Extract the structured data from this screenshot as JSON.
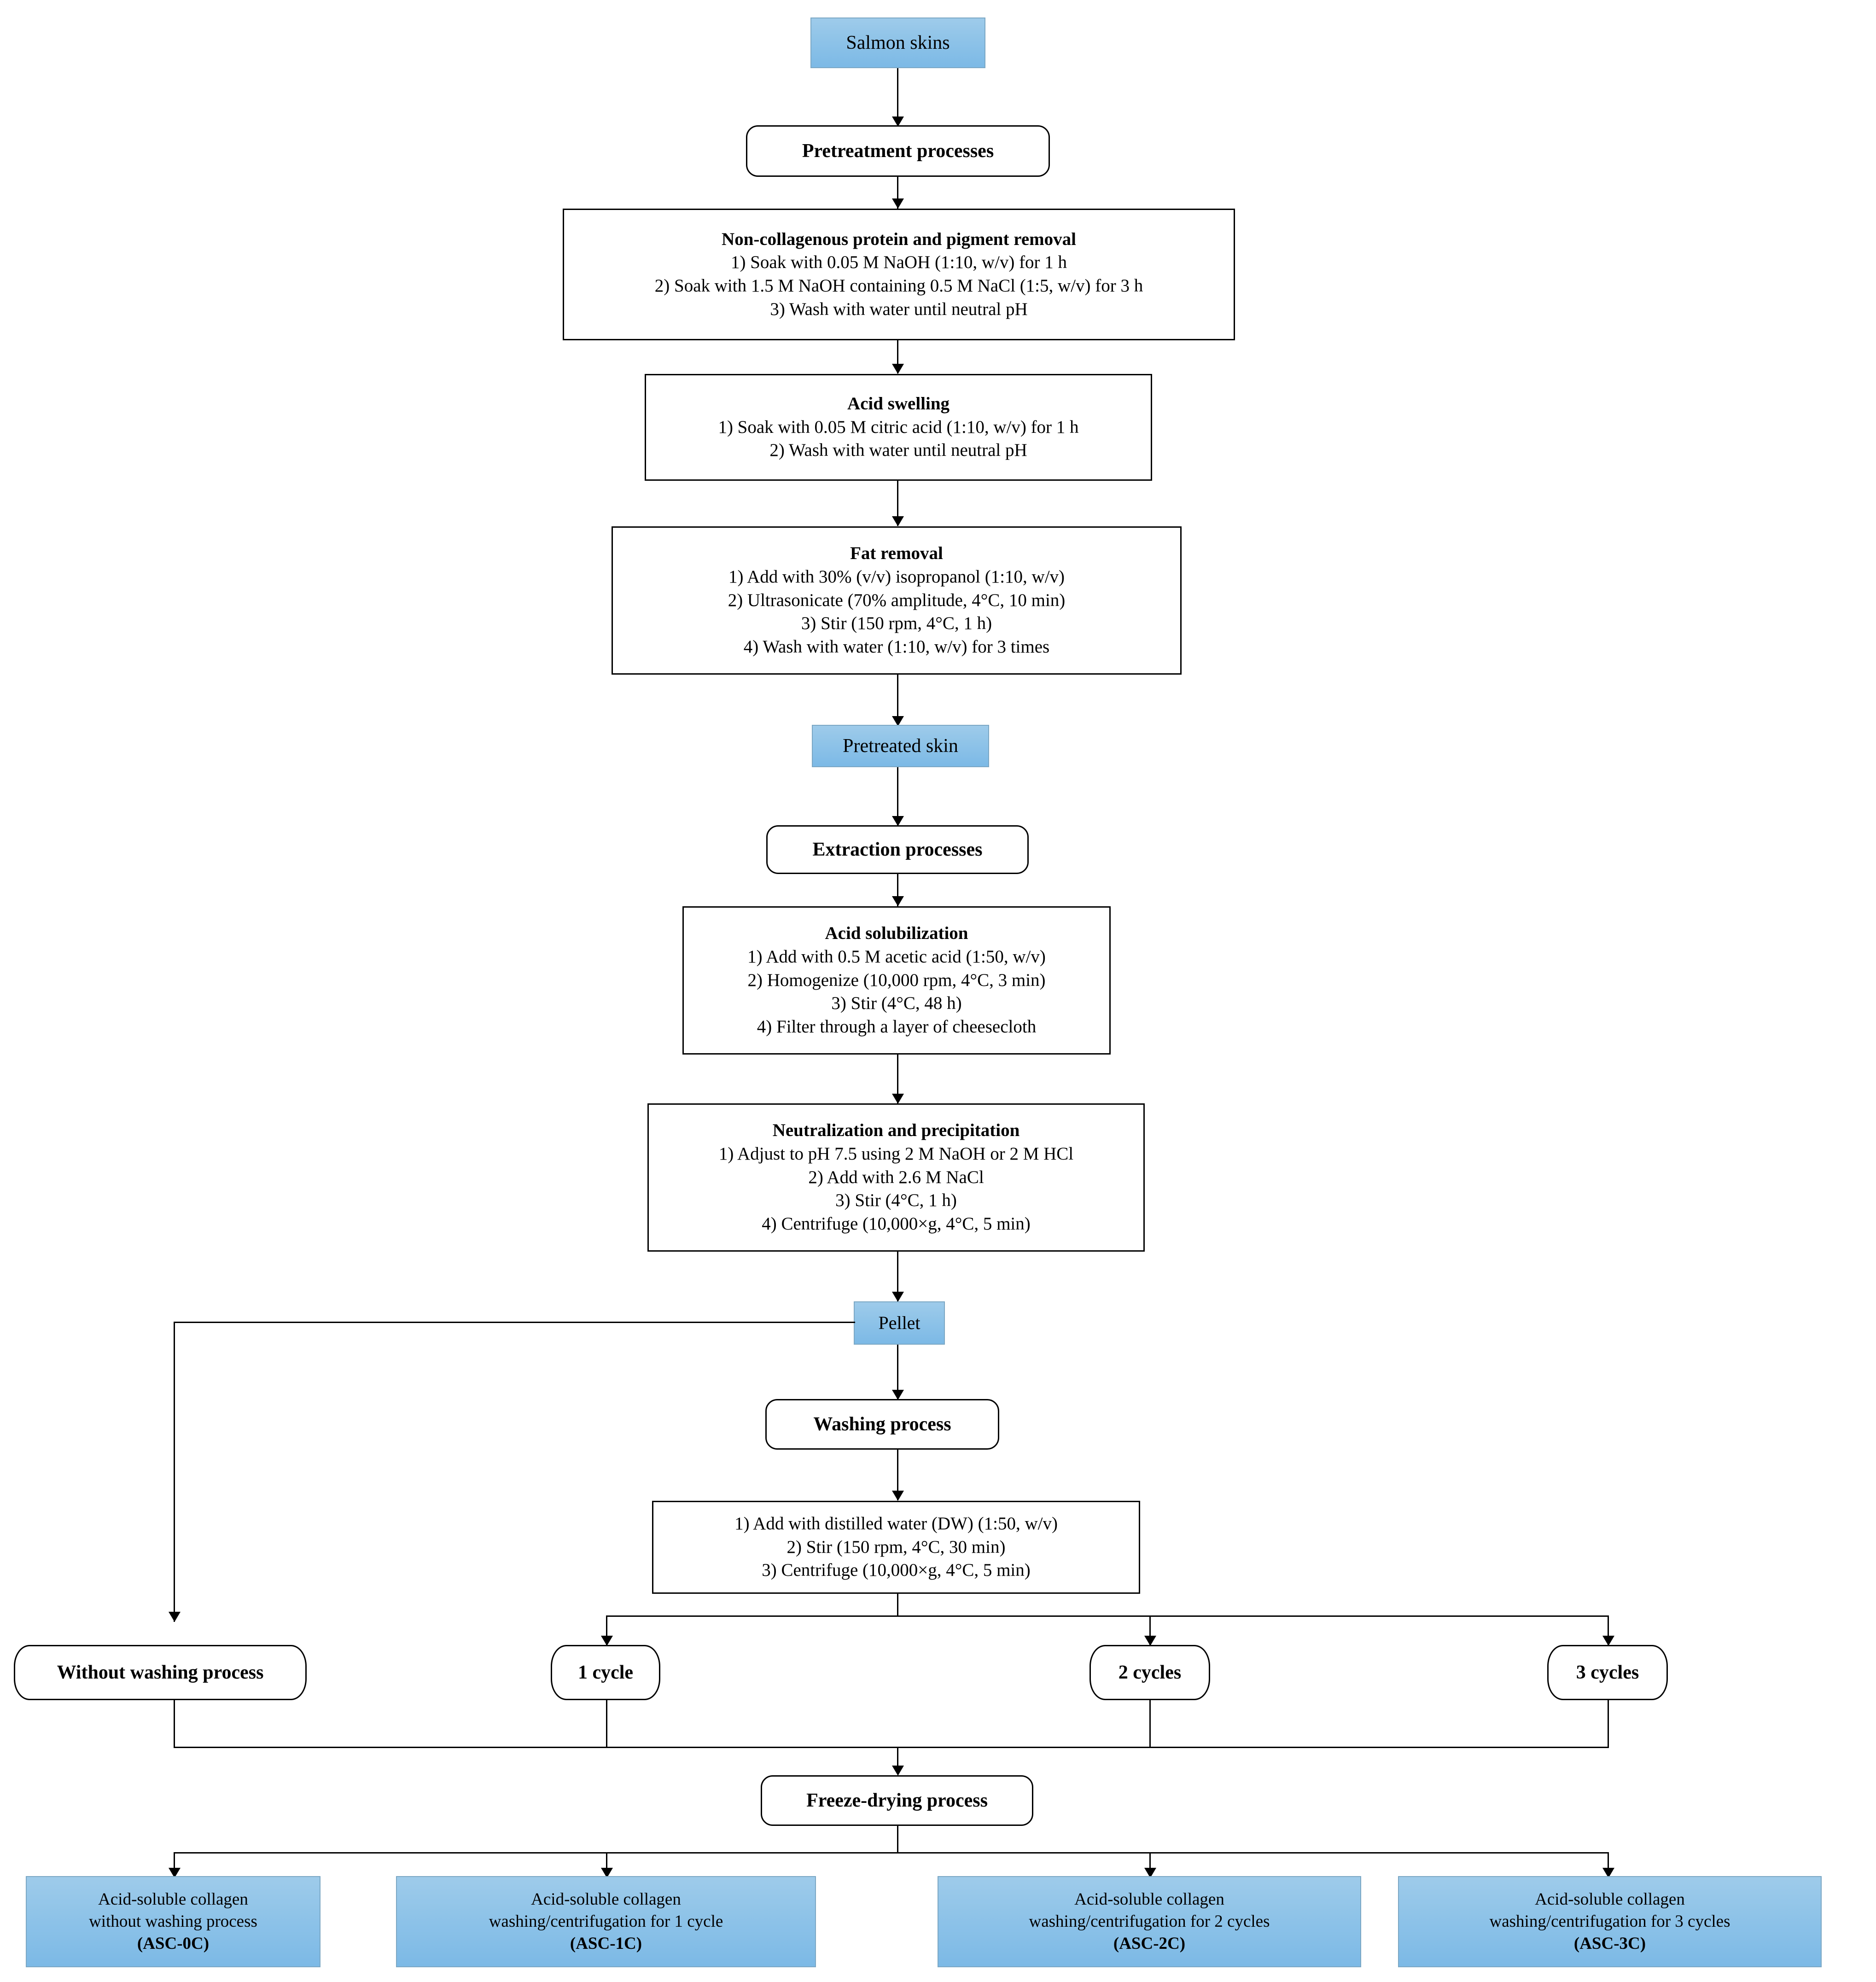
{
  "diagram": {
    "title": "Acid-soluble collagen extraction from salmon skins",
    "accent_blue": "#8ec3e8",
    "line_color": "#000000"
  },
  "nodes": {
    "salmon_skins": {
      "label": "Salmon  skins"
    },
    "pretreatment": {
      "label": "Pretreatment  processes"
    },
    "noncollagen": {
      "title": "Non-collagenous protein and pigment removal",
      "steps": [
        "1) Soak with 0.05 M NaOH (1:10,  w/v) for 1 h",
        "2) Soak with 1.5 M NaOH containing  0.5 M NaCl (1:5,  w/v) for 3 h",
        "3) Wash with water until  neutral pH"
      ]
    },
    "acid_swelling": {
      "title": "Acid swelling",
      "steps": [
        "1) Soak with 0.05 M citric  acid (1:10,  w/v) for 1 h",
        "2) Wash with water until  neutral pH"
      ]
    },
    "fat_removal": {
      "title": "Fat removal",
      "steps": [
        "1) Add with 30% (v/v) isopropanol  (1:10,  w/v)",
        "2) Ultrasonicate (70% amplitude,  4°C,  10 min)",
        "3) Stir (150 rpm,  4°C,  1 h)",
        "4) Wash with water (1:10,  w/v) for 3 times"
      ]
    },
    "pretreated_skin": {
      "label": "Pretreated  skin"
    },
    "extraction": {
      "label": "Extraction  processes"
    },
    "acid_solubilization": {
      "title": "Acid solubilization",
      "steps": [
        "1) Add with 0.5 M acetic acid (1:50,  w/v)",
        "2) Homogenize (10,000  rpm,  4°C,  3 min)",
        "3) Stir (4°C,  48 h)",
        "4) Filter through a layer of cheesecloth"
      ]
    },
    "neutralization": {
      "title": "Neutralization and precipitation",
      "steps": [
        "1) Adjust to pH 7.5 using 2 M NaOH or 2 M HCl",
        "2) Add with 2.6 M NaCl",
        "3) Stir (4°C,  1 h)",
        "4) Centrifuge (10,000×g,  4°C,  5 min)"
      ]
    },
    "pellet": {
      "label": "Pellet"
    },
    "washing_process": {
      "label": "Washing process"
    },
    "washing_steps": {
      "steps": [
        "1) Add with distilled  water (DW) (1:50,  w/v)",
        "2) Stir (150 rpm, 4°C, 30 min)",
        "3) Centrifuge (10,000×g,  4°C, 5 min)"
      ]
    },
    "branches": [
      {
        "label": "Without  washing process"
      },
      {
        "label": "1 cycle"
      },
      {
        "label": "2 cycles"
      },
      {
        "label": "3 cycles"
      }
    ],
    "freeze_drying": {
      "label": "Freeze-drying  process"
    },
    "outputs": [
      {
        "line1": "Acid-soluble  collagen",
        "line2": "without  washing  process",
        "line3": "(ASC-0C)"
      },
      {
        "line1": "Acid-soluble  collagen",
        "line2": "washing/centrifugation  for  1 cycle",
        "line3": "(ASC-1C)"
      },
      {
        "line1": "Acid-soluble  collagen",
        "line2": "washing/centrifugation  for 2 cycles",
        "line3": "(ASC-2C)"
      },
      {
        "line1": "Acid-soluble  collagen",
        "line2": "washing/centrifugation  for 3 cycles",
        "line3": "(ASC-3C)"
      }
    ]
  }
}
